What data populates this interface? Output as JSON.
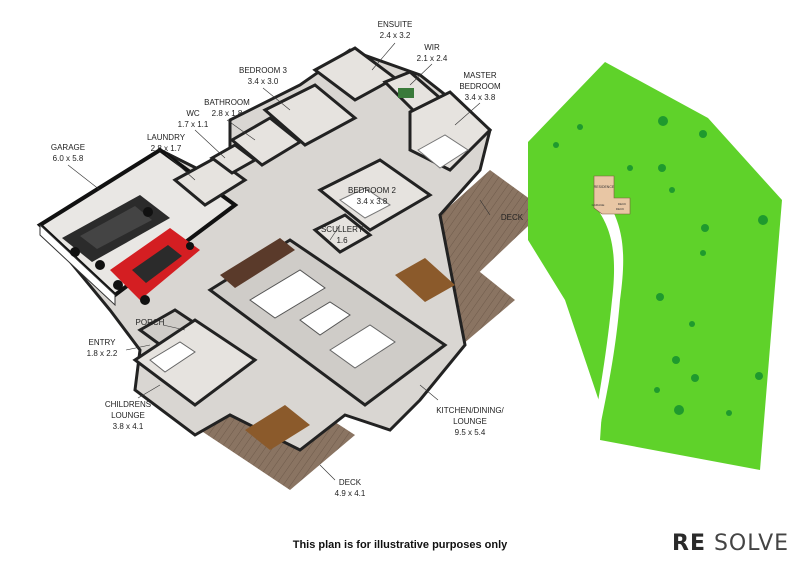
{
  "rooms": {
    "ensuite": {
      "name": "ENSUITE",
      "size": "2.4 x 3.2"
    },
    "wir": {
      "name": "WIR",
      "size": "2.1 x 2.4"
    },
    "master": {
      "name_line1": "MASTER",
      "name_line2": "BEDROOM",
      "size": "3.4 x 3.8"
    },
    "bedroom3": {
      "name": "BEDROOM 3",
      "size": "3.4 x 3.0"
    },
    "bathroom": {
      "name": "BATHROOM",
      "size": "2.8 x 1.8"
    },
    "wc": {
      "name": "WC",
      "size": "1.7 x 1.1"
    },
    "laundry": {
      "name": "LAUNDRY",
      "size": "2.8 x 1.7"
    },
    "garage": {
      "name": "GARAGE",
      "size": "6.0 x 5.8"
    },
    "bedroom2": {
      "name": "BEDROOM 2",
      "size": "3.4 x 3.8"
    },
    "scullery": {
      "name": "SCULLERY",
      "size": "1.6"
    },
    "deck_east": {
      "name": "DECK"
    },
    "porch": {
      "name": "PORCH"
    },
    "entry": {
      "name": "ENTRY",
      "size": "1.8 x 2.2"
    },
    "childrens": {
      "name_line1": "CHILDRENS",
      "name_line2": "LOUNGE",
      "size": "3.8 x 4.1"
    },
    "kitchen": {
      "name_line1": "KITCHEN/DINING/",
      "name_line2": "LOUNGE",
      "size": "9.5 x 5.4"
    },
    "deck_south": {
      "name": "DECK",
      "size": "4.9 x 4.1"
    }
  },
  "site_plan": {
    "residence_label": "RESIDENCE",
    "small_labels": [
      "DECK",
      "DECK",
      "GARAGE"
    ],
    "colors": {
      "lawn": "#5fd22a",
      "driveway": "#ffffff",
      "house": "#e8c6a4",
      "tree": "#1f9a2e"
    }
  },
  "colors": {
    "deck": "#8a7462",
    "wall": "#fafafa",
    "floor": "#d9d6d2",
    "car_red": "#d41e22",
    "car_black": "#2b2b2b"
  },
  "footer": {
    "note": "This plan is for illustrative purposes only"
  },
  "brand": {
    "part1": "RE",
    "part2": "SOLVE"
  }
}
